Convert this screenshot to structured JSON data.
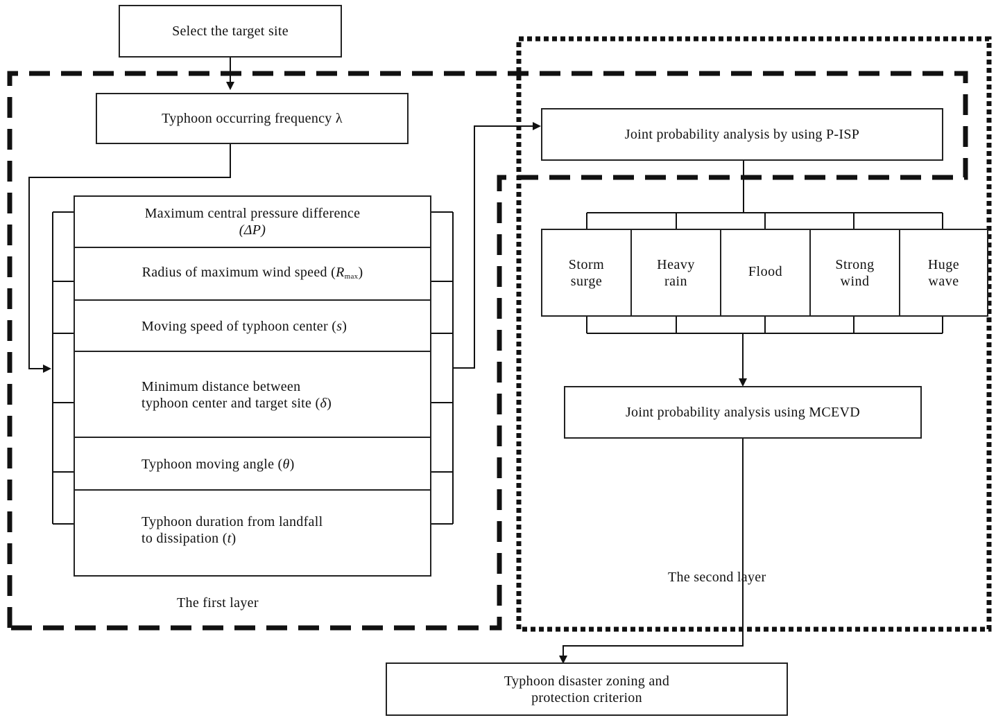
{
  "nodes": {
    "select_site": "Select the target site",
    "frequency": "Typhoon occurring frequency λ",
    "joint_pisp": "Joint probability analysis by using P-ISP",
    "joint_mcevd": "Joint probability analysis using MCEVD",
    "zoning": "Typhoon disaster zoning and\nprotection criterion"
  },
  "parameters": [
    {
      "text": "Maximum central pressure difference",
      "symbol": "(ΔP)"
    },
    {
      "text": "Radius of maximum wind speed (",
      "symbol_main": "R",
      "symbol_sub": "max",
      "close": ")"
    },
    {
      "text": "Moving speed of typhoon center (",
      "symbol": "s",
      "close": ")"
    },
    {
      "text": "Minimum distance between\ntyphoon center and target site (",
      "symbol": "δ",
      "close": ")"
    },
    {
      "text": "Typhoon moving angle (",
      "symbol": "θ",
      "close": ")"
    },
    {
      "text": "Typhoon duration from landfall\nto dissipation (",
      "symbol": "t",
      "close": ")"
    }
  ],
  "hazards": [
    "Storm\nsurge",
    "Heavy\nrain",
    "Flood",
    "Strong\nwind",
    "Huge\nwave"
  ],
  "layers": {
    "first": "The first layer",
    "second": "The second layer"
  }
}
